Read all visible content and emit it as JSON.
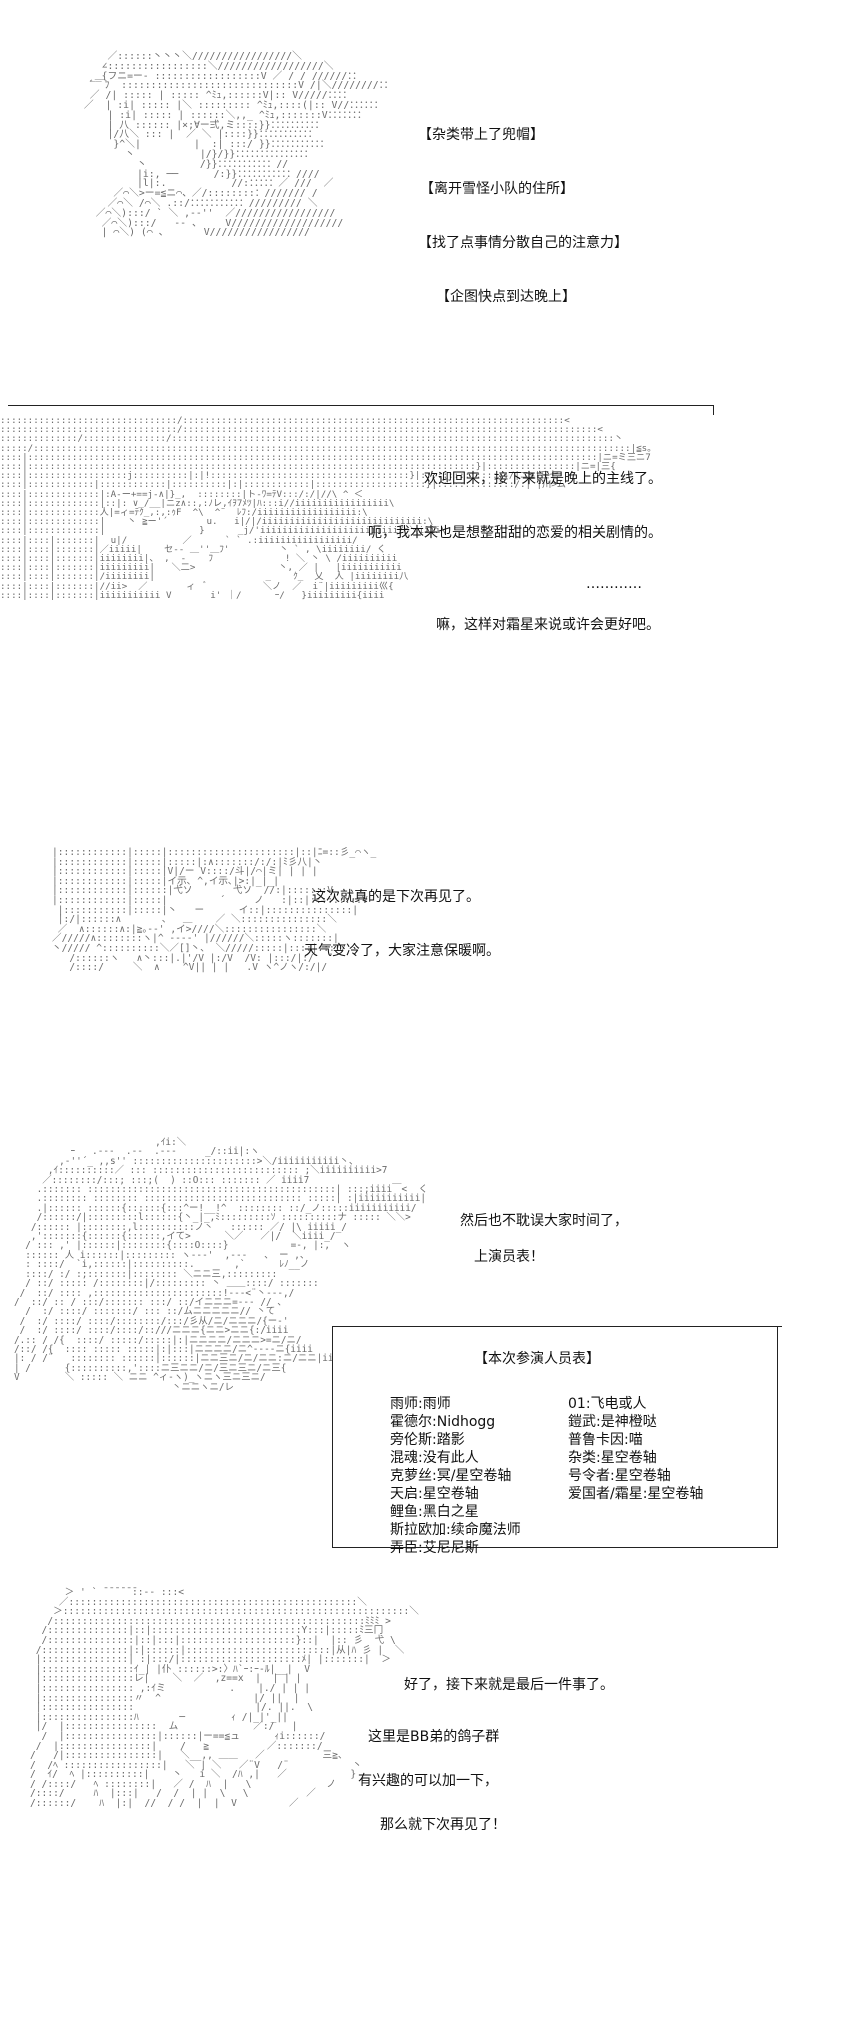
{
  "panel1": {
    "captions": [
      "【杂类带上了兜帽】",
      "【离开雪怪小队的住所】",
      "【找了点事情分散自己的注意力】",
      "【企图快点到达晚上】"
    ],
    "art": "     ／::::::丶丶丶＼/////////////////＼\n    ∠:::::::::::::::::＼//////////////////＼\n  __{フニ=ー- ::::::::::::::::::V ／ / / //////：：\n  ﾞ￣ﾌ  ::::::::::::::::::::::::::::::V /|＼////////：：\n  ／ /| ::::: | ::::: ^ﾐｭ,::::::V|:: V/////：：：：\n ／  | :i| ::::: |＼ ::::::::: ^ﾐｭ,::::(|:: V//：：：：：：\n     | :i| ::::: | ::::::＼,,_ ^ﾐｭ,:::::::V：：：：：：：\n     | 八 :::::: |×;∀ー弍,ミ::::}}：：：：：：：：：：\n     |/八＼ ::: |  ／ ＼ |::::}}：：：：：：：：：：：\n      }^＼|         |  :| :::/ }}：：：：：：：：：：：\n        丶           |/}/}}：：：：：：：：：：：：：：：\n          丶         /}}：：：：：：：：：：：//\n          |i:, ──      /:}}：：：：：：：：：：：////\n          |l|:.           //:：：：：：／ ///  ／\n      ／⌒＼>ー=≦ニ⌒、／/::::::::：/////// /\n     ／⌒＼ /⌒＼ .::/：：：：：：：：：：：///////// ＼\n   ／⌒＼):::/ ` ＼ ,-‐''  ／/////////////////\n    ／⌒＼):::/   -- 、    V///////////////////\n    | ⌒＼) (⌒ 、      V/////////////////"
  },
  "panel2": {
    "captions": [
      "欢迎回来，接下来就是晚上的主线了。",
      "呃，我本来也是想整甜甜的恋爱的相关剧情的。",
      "…………",
      "嘛，这样对霜星来说或许会更好吧。"
    ],
    "art": "::::::::::::::::::::::::::::::::/:::::::::::::::::::::::::::::::::::::::::::::::::::::::::::::::::::::<\n::::::::::::::::::::::::::::::::/:::::::::::::::::::::::::::::::::::::::::::::::::::::::::::::::::::::::::::<\n::::::::::::::/:::::::::::::::/::::::::::::::::::::::::::::::::::::::::::::::::::::::::::::::::::::::::::::::::丶\n:::::/::::::::::::::::::::::::::::::::::::::::::::::::::::::::::::::::::::::::::::::::::::::::::::::::::::::::::::|≦s。\n::::|:::::::::::::::::::::::::::::::::::::::::::::::::::::::::::::::::::::::::::::::::::::::::::::::::::::::|ニ=ミ三ニ7\n::::|:::::::::::::::::::::::::::::::::::::::::::::::::::::::::::::::::::::::::::::::::}|::::::::::::::::|ニ=|三{\n::::|::::::::::::::::::j::::::::::|:|!::::::::::::::::::::::::::::::::::::}|::::::::::::::::/|ニ≦|三七\n::::|::::::::::::|::::::::::::|::::::::::|:|::::::::::::|::::::::::::::::::::}|::::::::::::::/:| |川>ム\n::::|:::::::::::::|:A-ー+==j-∧|}_,  ::::::::|ト-ﾜ=ﾃV:::/:/|//\\ ^ ＜\n::::|:::::::::::::|::|: ∨_/__|ニz∧::,:ﾉレ,ｲｦ7ﾒﾂ|ﾊ:::i//iiiiiiiiiiiiiiiii\\\n::::|:::::::::::::人|=ィ=ﾃｸ_,:,:ｩF  ^\\  ^¨  ﾚﾌ:/iiiiiiiiiiiiiiiiii:\\\n::::|:::::::::::::|    丶 ≧ー'´       u.   i|/|/iiiiiiiiiiiiiiiiiiiiiiiiiiiii:\\\n::::|:::::::::::::|                 }      _j/'iiiiiiiiiiiiiiiiiiiiiiiii/⌒＼iiii\\\n::::|::::|:::::::|  u|/          ／      ` ` .:iiiiiiiiiiiiiiiii/\n::::|::::|:::::::|／iiiii|    セ-- ＿''＿ﾌ'         丶 ` , \\iiiiiiii/ く\n::::|::::|:::::::|iiiiiiii|、 ,  ‐    ﾌ             ! ＼ 丶 \\ /iiiiiiiiii\n::::|::::|:::::::|iiiiiiiii|   ＼二>               丶, ／ |   |iiiiiiiiiii\n::::|::::|:::::::|/iiiiiiii|                    _    ｸ_  乂  人 |iiiiiiii八\n::::|::::|:::::::|//ii>  ／       ィ  ﾞ          ＼ノ  ／  i¨|iiiiiiiii巛{\n::::|::::|:::::::|iiiiiiiiiii V       i' ｜/      ｰ/   }iiiiiiiii{iiii"
  },
  "panel3": {
    "captions": [
      "这次就真的是下次再见了。",
      "天气变冷了，大家注意保暖啊。"
    ],
    "art": "|::::::::::::|:::::|::::::::::::::::::::::|::|ﾆ=::彡_⌒ヽ_\n|::::::::::::|:::::|:::::|:∧:::::::/:/:|ﾐ彡八|丶\n|::::::::::::|:::::|V|/ー V::::/斗|/⌒|ミ| | | |\n|::::::::::::|:::::|イ示､ ^,イ示､|>:|_|_|\n|::::::::::::|::::::|弋ソ       弋ソ  //:|:::::::V\n|::::::::::::|:::::|         ´     ノ   :|::|:::::::::V\n |:::::::::::|:::::|丶   ー      イ::|:::::::::::::::|\n |:/|::::::∧       、  ＿    ／ ＼:::::::::::::::＼\n ／  ∧::::::∧:|≧｡-‐' ,イ>////＼::::::::::::::::＼\n／/////∧::::::::ヽ|^ ‐‐‐‐' |//////＼:::::ヽ:::::::|\n丶///// ^::::::::::＼／[]丶、 ＼/////:::::|::::|::::/\n   /::::::ヽ   ∧丶:::|.|'/V |:/V  /V: |:::/|:/\n   /::::/     ＼  ∧    ^V|| | |   .V ヽ^ノヽ/:/|/"
  },
  "panel4": {
    "captions": [
      "然后也不耽误大家时间了，",
      "上演员表！"
    ],
    "art": "                         ,ｲi:＼\n          ｰ   .---  .--  .---     _/::ii|:ヽ\n        ,-''´_ ,,s'' ::::::::::::::::::::::>＼/iiiiiiiiiii丶、\n      ,ｲ::::::::::／ ::: :::::::::::::::::::::::::: ;＼iiiiiiiiii>7\n     ／::::::::/:::; :::;(  ) ::O::: ::::::: ／ iiii7\n    .::::::: ::::::::::::::::::::::::::::::::::::::::::::| :::;iiii￣<  く\n    .:::::::: :::::::: :::::::::::::::::::::::::::: :::::| :|iiiiiiiiiii|\n    .|:::::: ::::::{::::::{:::^ー!__!^  :::::::: ::/_ノ:::::iiiiiiiiiii/\n    /::::::/|:::::::::l::::::{丶_|_,ﾐ:::::::::ｿ ::::::::::ナ ::::: ＼＼>\n   /:::::: |::::::::,l::::::::::ノ丶   :::::: ／/ |\\ iiiii_/\n   ,':::::::{::::::{::::::,イて>      ＼／   ／|/  ＼iiii_/\n  / ::: ,' |::::::|::::::::{::::O::::}           =-, |:,  ヽ\n  :::::: 人 i::::::|::::::::: ヽ---'  ,---   、 ー ,、\n  : ::::/  `i,::::::|::::::::::.       ,`      ﾚﾉ__ノ\n  ::::/ :/ :;:::::::|:::::::: ＼ニニ三,:::::::::\n  / ::/ ::::: /::::::::|/::::::::: 丶 ＿＿::::/ :::::::\n /  ::/ :::: ,:::::::::::::::::::::::!---<¨丶--‐,/\n/  ::/ :: / :::/::::::: :::/ ::/イニニニ=--‐ // 、\n  /  :/ ::::/ :::::::/ ::: ::/ムニニニニニ// 丶て\n /  :/ ::::/ ::::/::::::::/:::/彡从/ニ/ニニニ/{ー‐'\n /  :/ ::::/ ::::/::::/::///ニニニ{ニニ>ニニ{:/iiii\n/.:: / /{  ::::/ :::::/:::::|:|ニニニニ/ニニニ>=ニ/ニ/\n/::/ /{  :::: ::::: :::::|:|:::|ニニニニ/ニ^----ニ{iiii\n|: / /¨   :::::::: ::::::|::::::|ニニ三ニ/ニ/ニニ:ニ/ニニ|iiii\n| /      {::::::::::,'::::ニ三ニニ/ニ/三ニ三ニ/ニ三{\nV        ＼ ::::: ＼ ニニ ^ィ-ヽ)_ヽニヽ三ニ三ニ/\n                            丶ニニヽニ/レ"
  },
  "cast": {
    "title": "【本次参演人员表】",
    "left": [
      "雨师:雨师",
      "霍德尔:Nidhogg",
      "旁伦斯:踏影",
      "混魂:没有此人",
      "克萝丝:冥/星空卷轴",
      "天启:星空卷轴",
      "鲤鱼:黑白之星",
      "斯拉欧加:续命魔法师",
      "弄臣:艾尼尼斯"
    ],
    "right": [
      "01:飞电或人",
      "鎧武:是神橙哒",
      "普鲁卡因:喵",
      "杂类:星空卷轴",
      "号令者:星空卷轴",
      "爱国者/霜星:星空卷轴"
    ]
  },
  "panel5": {
    "captions": [
      "好了，接下来就是最后一件事了。",
      "这里是BB弟的鸽子群",
      "有兴趣的可以加一下，",
      "那么就下次再见了！"
    ],
    "art": "      ＞ ' ` ̄ ̄ ̄ ̄ ̄ ̄::-- :::<\n     ／::::::::::::::::::::::::::::::::::::::::::::::::::＼\n    ＞::::::::::::::::::::::::::::::::::::::::::::::::::::::::::::＼\n   /::::::::::::::::::::::::::::::::::::::::::::::::::::::ﾐﾐﾐ > \n  /::::::::::::::|::|::::::::::::::::::::::::::Y:::|:::::ﾐ三冂\n  /:::::::::::::::|::|:::|::::::::::::::::::::}::|  |:: 彡  弋 \\\n /:::::::::::::::|:|::::::|:::::::::::::::::::::::::|从|ﾊ 彡 |  ＼\n |:::::::::::::::| :|:::/|:::::::::::::::::::::ﾒ| |:::::::|  ＞\n |::::::::::::::::ｲ_| |仆 ::::::>:〉ﾊ`ｰ:ｰ-ﾙ|__|  V\n |::::::::::::::::レ|    ＼  ／  ,z==x  |  | | |\n |:::::::::::::::: ,:ｲミ           .    |./ | | |\n |::::::::::::::::〃  ^                |/ ||  |\n |::::::::::::::::                     |/. ||.  \\\n |::::::::::::::::ﾊ       ─        ｨ /|_|'_||\n |/  |::::::::::::::::  ム             ／:/   |\n  /  |::::::::::::::::|::::::|ー==≦ュ      ｨi::::::/\n /  |::::::::::::::::|    /   ≧          ／:::::::/\n/   /|::::::::::::::::|   ＼__,, ＿＿   ／          三≧、\n/  /ﾍ :::::::::::::::::|   ＼ | ＼   ／¨V   /¨           丶\n/  ｲ/  ﾍ |::::::::::|    丶   i ＼  /ﾊ ,|   ／           }\n/ /::::/   ﾍ ::::::::|   ／ /  ﾊ  |   \\             ノ\n/::::/     ﾊ  |:::|   /  /  | |  \\   \\          ／\n/::::::/    ﾊ  |:|  //  / /  |  |  V         ／"
  }
}
